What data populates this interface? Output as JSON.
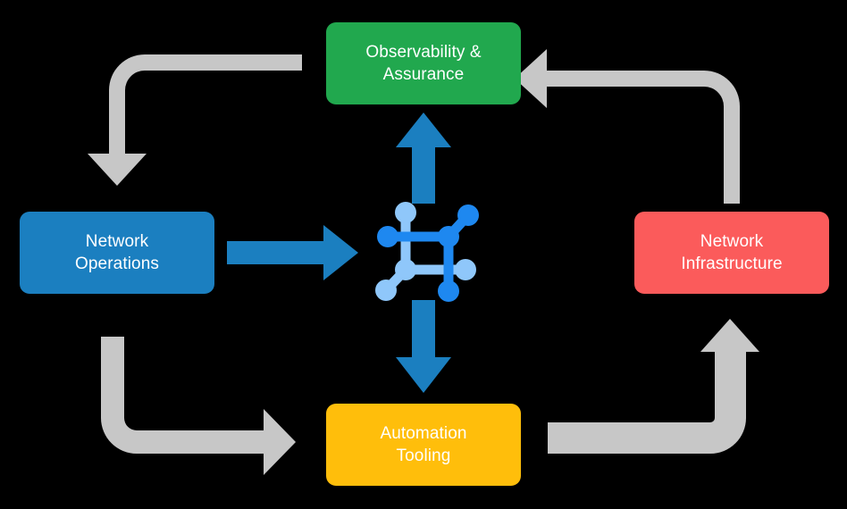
{
  "diagram": {
    "type": "cycle-diagram",
    "background_color": "#000000",
    "center": {
      "icon_name": "network-topology-icon",
      "colors": {
        "light_blue": "#8FC7FA",
        "bright_blue": "#1E88F0"
      }
    },
    "nodes": [
      {
        "id": "observability",
        "label": "Observability &\nAssurance",
        "color": "#21A84E",
        "position": "top"
      },
      {
        "id": "operations",
        "label": "Network\nOperations",
        "color": "#1B7FC0",
        "position": "left"
      },
      {
        "id": "infrastructure",
        "label": "Network\nInfrastructure",
        "color": "#FB5B5B",
        "position": "right"
      },
      {
        "id": "automation",
        "label": "Automation\nTooling",
        "color": "#FFBE0B",
        "position": "bottom"
      }
    ],
    "connectors": [
      {
        "id": "hub-to-observability",
        "name": "blue-arrow-up",
        "color": "#1B7FC0",
        "from": "network-topology-icon",
        "to": "observability",
        "direction": "up"
      },
      {
        "id": "operations-to-hub",
        "name": "blue-arrow-right",
        "color": "#1B7FC0",
        "from": "operations",
        "to": "network-topology-icon",
        "direction": "right"
      },
      {
        "id": "hub-to-automation",
        "name": "blue-arrow-down",
        "color": "#1B7FC0",
        "from": "network-topology-icon",
        "to": "automation",
        "direction": "down"
      },
      {
        "id": "observability-to-operations",
        "name": "gray-elbow-arrow-top-left",
        "color": "#C7C7C7",
        "from": "observability",
        "to": "operations",
        "direction": "down"
      },
      {
        "id": "infrastructure-to-observability",
        "name": "gray-elbow-arrow-top-right",
        "color": "#C7C7C7",
        "from": "infrastructure",
        "to": "observability",
        "direction": "left"
      },
      {
        "id": "operations-to-automation",
        "name": "gray-elbow-arrow-bottom-left",
        "color": "#C7C7C7",
        "from": "operations",
        "to": "automation",
        "direction": "right"
      },
      {
        "id": "automation-to-infrastructure",
        "name": "gray-elbow-arrow-bottom-right",
        "color": "#C7C7C7",
        "from": "automation",
        "to": "infrastructure",
        "direction": "up"
      }
    ]
  }
}
